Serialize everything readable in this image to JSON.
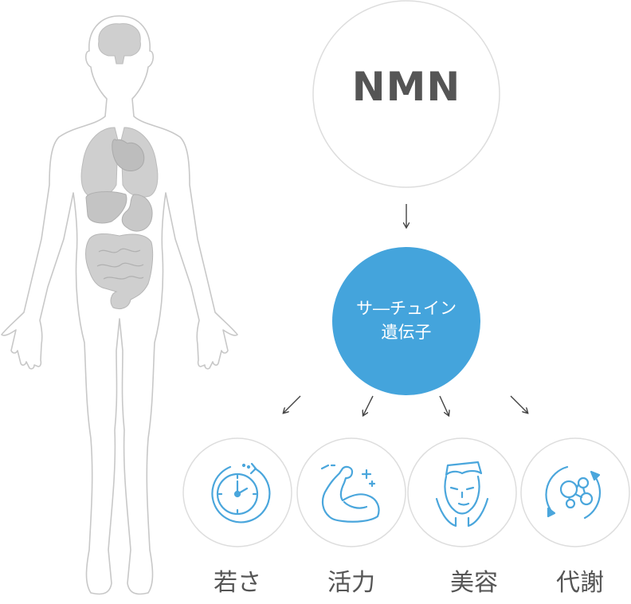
{
  "colors": {
    "accent": "#44a4dc",
    "icon": "#4aa6dc",
    "outline": "#dddddd",
    "organ": "#cfcfcf",
    "text": "#555555"
  },
  "nmn": {
    "label": "NMN"
  },
  "sirtuin": {
    "line1": "サ―チュイン",
    "line2": "遺伝子"
  },
  "benefits": [
    {
      "label": "若さ",
      "icon": "clock-icon"
    },
    {
      "label": "活力",
      "icon": "flexed-arm-icon"
    },
    {
      "label": "美容",
      "icon": "face-care-icon"
    },
    {
      "label": "代謝",
      "icon": "metabolism-cycle-icon"
    }
  ],
  "figure": {
    "icon": "human-body-anatomy-icon"
  }
}
